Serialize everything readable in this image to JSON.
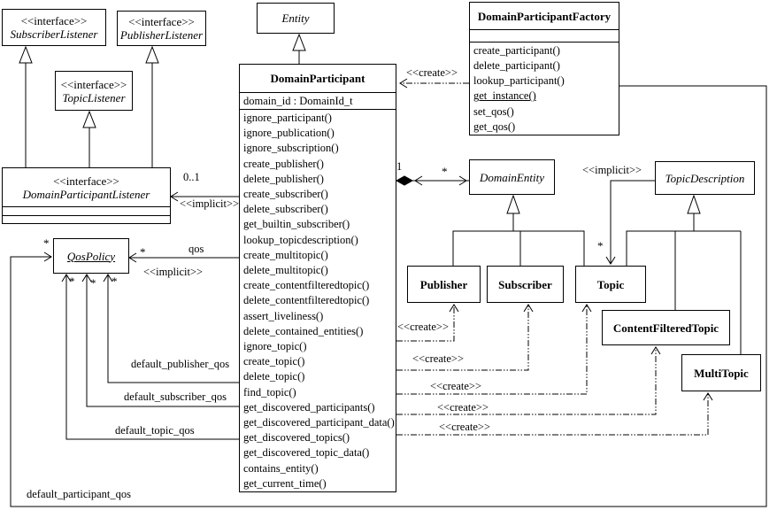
{
  "diagram": {
    "classes": {
      "entity": {
        "name": "Entity"
      },
      "subscriber_listener": {
        "stereotype": "<<interface>>",
        "name": "SubscriberListener"
      },
      "publisher_listener": {
        "stereotype": "<<interface>>",
        "name": "PublisherListener"
      },
      "topic_listener": {
        "stereotype": "<<interface>>",
        "name": "TopicListener"
      },
      "domain_participant_listener": {
        "stereotype": "<<interface>>",
        "name": "DomainParticipantListener"
      },
      "domain_participant_factory": {
        "name": "DomainParticipantFactory",
        "operations": [
          "create_participant()",
          "delete_participant()",
          "lookup_participant()",
          {
            "text": "get_instance()",
            "underline": true
          },
          "set_qos()",
          "get_qos()"
        ]
      },
      "domain_participant": {
        "name": "DomainParticipant",
        "attributes": [
          "domain_id : DomainId_t"
        ],
        "operations": [
          "ignore_participant()",
          "ignore_publication()",
          "ignore_subscription()",
          "create_publisher()",
          "delete_publisher()",
          "create_subscriber()",
          "delete_subscriber()",
          "get_builtin_subscriber()",
          "lookup_topicdescription()",
          "create_multitopic()",
          "delete_multitopic()",
          "create_contentfilteredtopic()",
          "delete_contentfilteredtopic()",
          "assert_liveliness()",
          "delete_contained_entities()",
          "ignore_topic()",
          "create_topic()",
          "delete_topic()",
          "find_topic()",
          "get_discovered_participants()",
          "get_discovered_participant_data()",
          "get_discovered_topics()",
          "get_discovered_topic_data()",
          "contains_entity()",
          "get_current_time()"
        ]
      },
      "qos_policy": {
        "name": "QosPolicy"
      },
      "domain_entity": {
        "name": "DomainEntity"
      },
      "topic_description": {
        "name": "TopicDescription"
      },
      "publisher": {
        "name": "Publisher"
      },
      "subscriber": {
        "name": "Subscriber"
      },
      "topic": {
        "name": "Topic"
      },
      "content_filtered_topic": {
        "name": "ContentFilteredTopic"
      },
      "multi_topic": {
        "name": "MultiTopic"
      }
    },
    "labels": {
      "create": "<<create>>",
      "implicit": "<<implicit>>",
      "qos": "qos",
      "zero_or_one": "0..1",
      "one": "1",
      "many": "*",
      "default_publisher_qos": "default_publisher_qos",
      "default_subscriber_qos": "default_subscriber_qos",
      "default_topic_qos": "default_topic_qos",
      "default_participant_qos": "default_participant_qos"
    }
  }
}
